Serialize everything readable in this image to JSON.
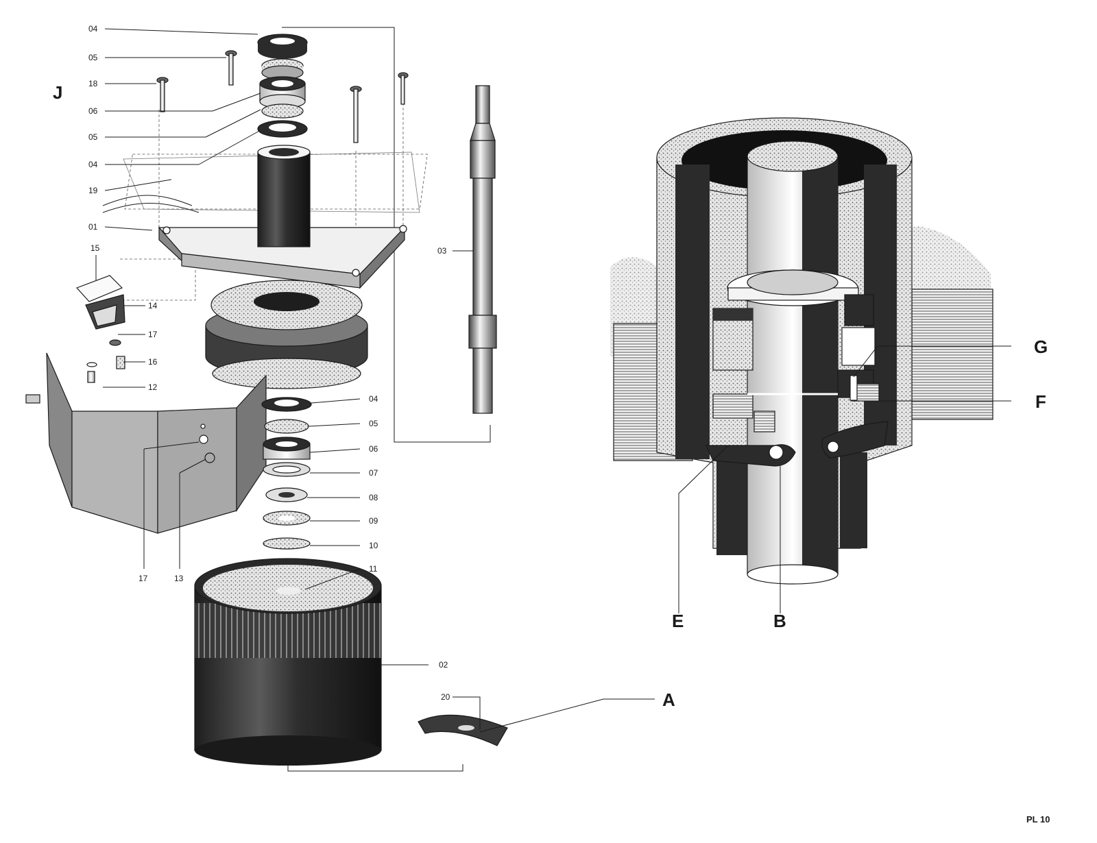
{
  "plate_label": "PL 10",
  "view_label": "J",
  "callouts": {
    "c04a": "04",
    "c05a": "05",
    "c18": "18",
    "c06a": "06",
    "c05b": "05",
    "c04b": "04",
    "c19": "19",
    "c01": "01",
    "c15": "15",
    "c14": "14",
    "c17a": "17",
    "c16": "16",
    "c12": "12",
    "c17b": "17",
    "c13": "13",
    "c03": "03",
    "c04c": "04",
    "c05c": "05",
    "c06b": "06",
    "c07": "07",
    "c08": "08",
    "c09": "09",
    "c10": "10",
    "c11": "11",
    "c02": "02",
    "c20": "20"
  },
  "detail_letters": {
    "A": "A",
    "B": "B",
    "E": "E",
    "F": "F",
    "G": "G"
  },
  "colors": {
    "ink": "#1a1a1a",
    "dark_fill": "#2b2b2b",
    "mid_fill": "#6a6a6a",
    "light_fill": "#d8d8d8"
  }
}
